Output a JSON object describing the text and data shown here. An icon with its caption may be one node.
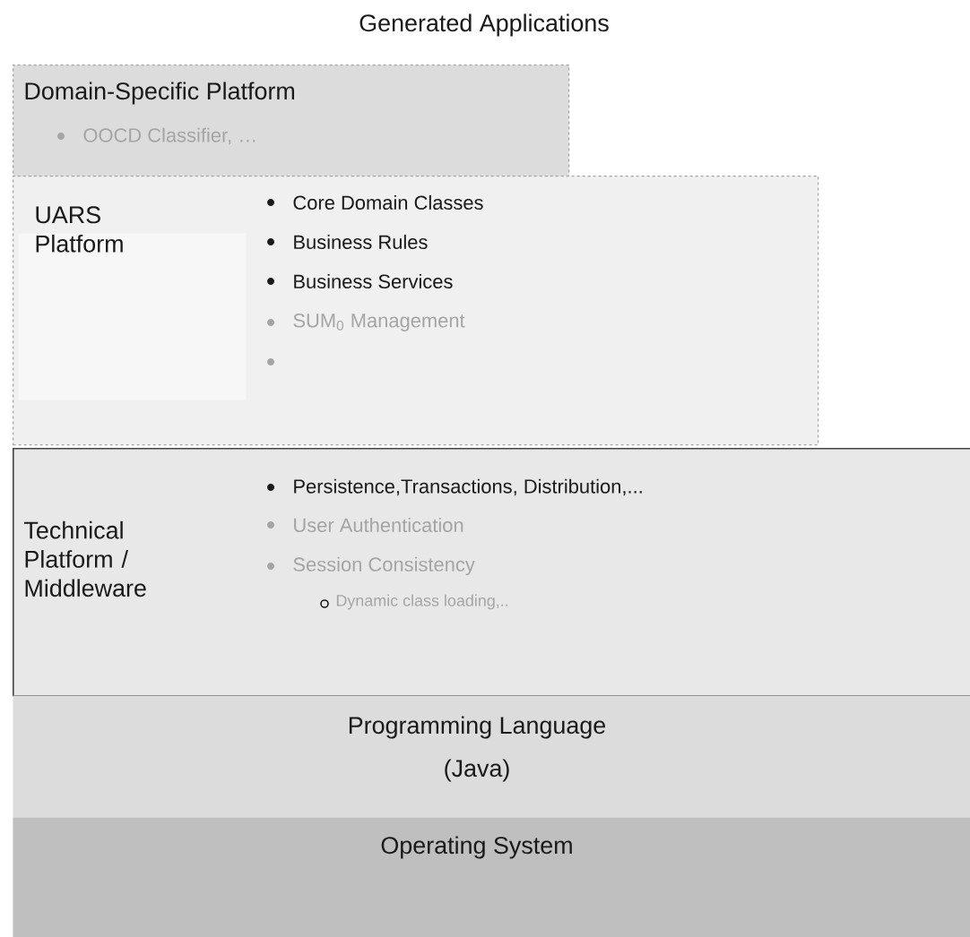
{
  "diagram": {
    "title": "Generated Applications",
    "nodes": [
      {
        "text": [
          "Domain-Specific Platform",
          "OOCD Classifier, …"
        ]
      },
      {
        "text": [
          "Core Domain Classes",
          "Business Rules",
          "Business Services",
          "SUM$_{0}$ Management"
        ]
      },
      {
        "text": [
          "UARS Platform"
        ],
        "in": 1
      },
      {
        "text": [
          "Technical Platform / Middleware",
          "Persistence,Transactions, Distribution,...",
          "User Authentication",
          "Session Consistency",
          "Dynamic class loading,.."
        ]
      },
      {
        "text": [
          "Programming Language",
          "(Java)"
        ]
      },
      {
        "text": [
          "Operating System"
        ]
      }
    ]
  }
}
